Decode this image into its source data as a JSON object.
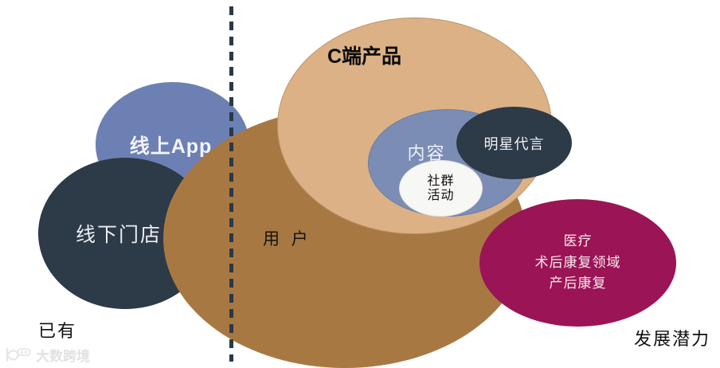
{
  "diagram": {
    "title_label": "C端产品",
    "user_label": "用  户",
    "bubbles": {
      "online_app": "线上App",
      "offline_store": "线下门店",
      "content": "内容",
      "celebrity": "明星代言",
      "community_line1": "社群",
      "community_line2": "活动",
      "medical_line1": "医疗",
      "medical_line2": "术后康复领域",
      "medical_line3": "产后康复"
    },
    "captions": {
      "left": "已有",
      "right": "发展潜力"
    },
    "colors": {
      "tan": "#DBB185",
      "brown": "#A87843",
      "blue": "#6C80B4",
      "blue_inner": "#7C8DB5",
      "navy": "#2D3A47",
      "magenta": "#9B1455",
      "white_bubble": "#F7F7F5",
      "divider": "#2B3847"
    }
  },
  "watermark": {
    "text": "大数跨境",
    "logo_icon": "watermark-logo-icon"
  }
}
